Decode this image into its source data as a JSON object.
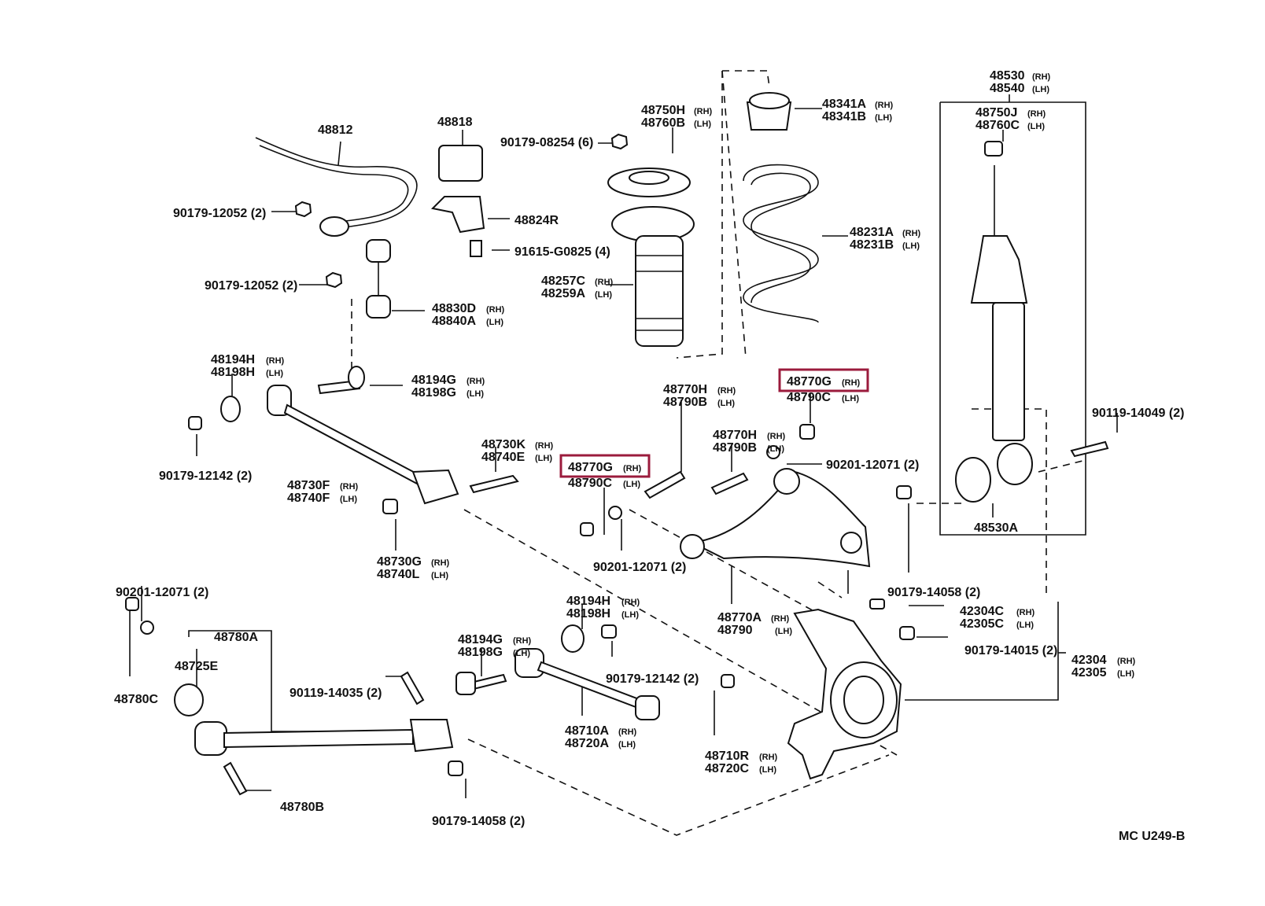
{
  "labels": {
    "p48812": "48812",
    "p48818": "48818",
    "p90179_08254": "90179-08254 (6)",
    "p48750H": "48750H",
    "p48760B": "48760B",
    "p48341A": "48341A",
    "p48341B": "48341B",
    "p48530": "48530",
    "p48540": "48540",
    "p48750J": "48750J",
    "p48760C": "48760C",
    "p90179_12052a": "90179-12052 (2)",
    "p48824R": "48824R",
    "p91615": "91615-G0825 (4)",
    "p48231A": "48231A",
    "p48231B": "48231B",
    "p48257C": "48257C",
    "p48259A": "48259A",
    "p90179_12052b": "90179-12052 (2)",
    "p48830D": "48830D",
    "p48840A": "48840A",
    "p48194H_top": "48194H",
    "p48198H_top": "48198H",
    "p48194G_top": "48194G",
    "p48198G_top": "48198G",
    "p48770H_a": "48770H",
    "p48790B_a": "48790B",
    "p48770G_right": "48770G",
    "p48790C_right": "48790C",
    "p90119_14049": "90119-14049 (2)",
    "p48770H_b": "48770H",
    "p48790B_b": "48790B",
    "p90201_12071a": "90201-12071 (2)",
    "p90179_12142a": "90179-12142 (2)",
    "p48730F": "48730F",
    "p48740F": "48740F",
    "p48730K": "48730K",
    "p48740E": "48740E",
    "p48770G_left": "48770G",
    "p48790C_left": "48790C",
    "p48530A": "48530A",
    "p48730G": "48730G",
    "p48740L": "48740L",
    "p90201_12071b": "90201-12071 (2)",
    "p90179_14058a": "90179-14058 (2)",
    "p48770A": "48770A",
    "p48790": "48790",
    "p90201_12071c": "90201-12071 (2)",
    "p48780A": "48780A",
    "p48725E": "48725E",
    "p48780C": "48780C",
    "p48194H_bot": "48194H",
    "p48198H_bot": "48198H",
    "p42304C": "42304C",
    "p42305C": "42305C",
    "p48194G_bot": "48194G",
    "p48198G_bot": "48198G",
    "p90179_14015": "90179-14015 (2)",
    "p90179_12142b": "90179-12142 (2)",
    "p42304": "42304",
    "p42305": "42305",
    "p90119_14035": "90119-14035 (2)",
    "p48710A": "48710A",
    "p48720A": "48720A",
    "p48710R": "48710R",
    "p48720C": "48720C",
    "p48780B": "48780B",
    "p90179_14058b": "90179-14058 (2)",
    "code": "MC  U249-B"
  },
  "suffix": {
    "rh": "(RH)",
    "lh": "(LH)"
  },
  "colors": {
    "highlight": "#9b1b3c",
    "ink": "#111111"
  }
}
